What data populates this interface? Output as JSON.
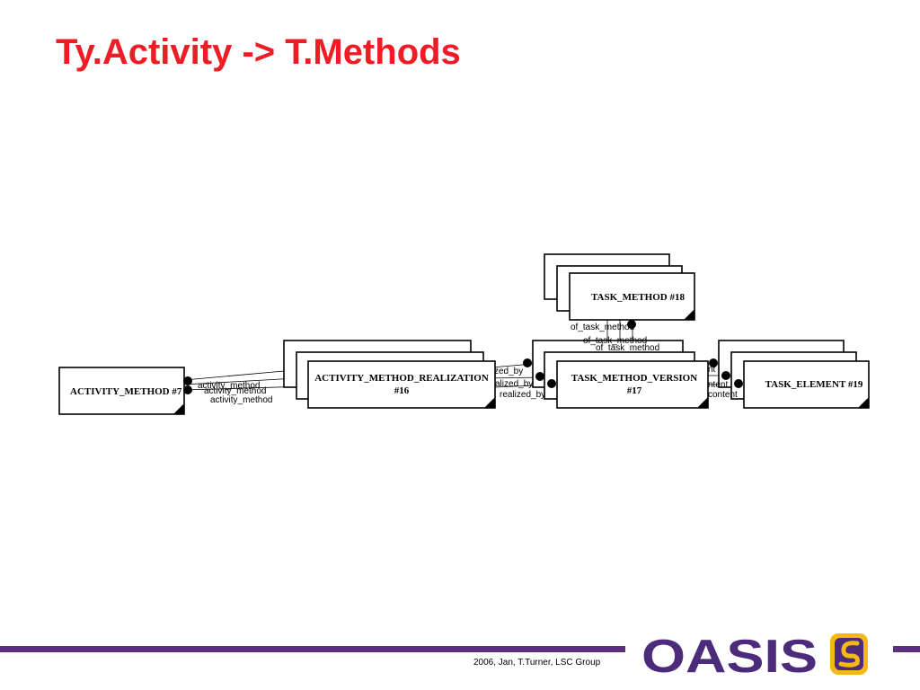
{
  "slide": {
    "title": "Ty.Activity -> T.Methods"
  },
  "diagram": {
    "entities": {
      "activity_method": "ACTIVITY_METHOD #7",
      "activity_method_realization": [
        "ACTIVITY_METHOD_REALIZATION",
        "#16"
      ],
      "task_method_version": [
        "TASK_METHOD_VERSION",
        "#17"
      ],
      "task_method": "TASK_METHOD #18",
      "task_element": "TASK_ELEMENT #19"
    },
    "roles": {
      "activity_method": [
        "activity_method",
        "activity_method",
        "activity_method"
      ],
      "realized_by": [
        "zed_by",
        "alized_by",
        "realized_by"
      ],
      "of_task_method": [
        "of_task_method",
        "of_task_method",
        "of_task_method"
      ],
      "content": [
        "nt",
        "ntent",
        "content"
      ]
    }
  },
  "footer": {
    "credit": "2006, Jan, T.Turner, LSC Group",
    "logo_text": "OASIS",
    "logo_icon": "oasis-brand-mark-icon"
  },
  "colors": {
    "title": "#ee1c24",
    "brand_purple": "#4b2b7a",
    "brand_gold": "#f5b915",
    "footer_bar": "#5c2d83"
  }
}
